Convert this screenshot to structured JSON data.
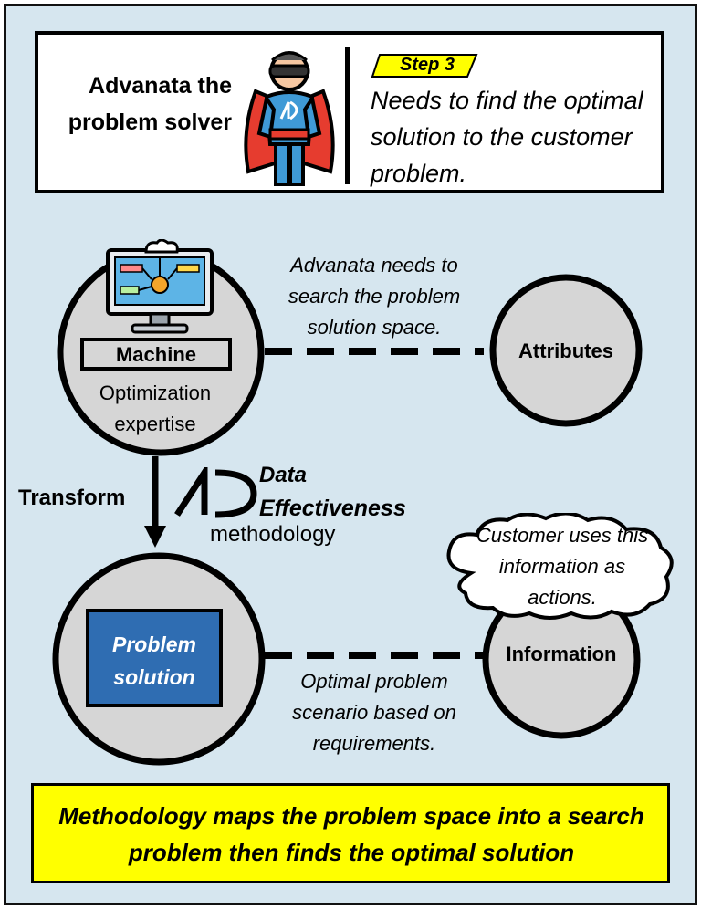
{
  "header": {
    "hero_title": "Advanata the problem solver",
    "step_label": "Step 3",
    "step_text": "Needs to find the optimal solution to the customer problem."
  },
  "machine_node": {
    "label": "Machine",
    "caption": "Optimization expertise"
  },
  "attributes_node": {
    "label": "Attributes"
  },
  "search_note": "Advanata needs to search the problem solution space.",
  "transform_label": "Transform",
  "methodology": {
    "logo_text": "AD",
    "name_line1": "Data",
    "name_line2": "Effectiveness",
    "subtitle": "methodology"
  },
  "solution_node": {
    "label": "Problem solution"
  },
  "information_node": {
    "label": "Information"
  },
  "cloud_note": "Customer uses this information as actions.",
  "scenario_note": "Optimal problem scenario based on requirements.",
  "footer_text": "Methodology maps the problem space into a search problem then finds the optimal solution",
  "colors": {
    "background": "#d6e6ef",
    "node_fill": "#d6d6d6",
    "solution_box": "#2f6db2",
    "footer_fill": "#ffff00",
    "step_tag": "#ffff00",
    "hero_cape": "#e63c2f",
    "hero_suit": "#3f9ad6"
  },
  "icons": [
    "superhero-icon",
    "computer-monitor-icon",
    "cloud-icon",
    "ad-logo-icon"
  ]
}
